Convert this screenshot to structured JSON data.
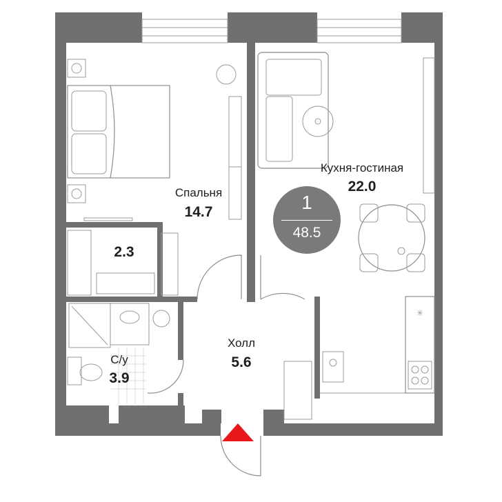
{
  "rooms": {
    "bedroom": {
      "name": "Спальня",
      "area": "14.7"
    },
    "closet": {
      "area": "2.3"
    },
    "living": {
      "name": "Кухня-гостиная",
      "area": "22.0"
    },
    "hall": {
      "name": "Холл",
      "area": "5.6"
    },
    "bath": {
      "name": "С/у",
      "area": "3.9"
    }
  },
  "badge": {
    "rooms": "1",
    "total_area": "48.5"
  },
  "colors": {
    "wall": "#707070",
    "badge": "#7a7a7a",
    "entrance_marker": "#e8171b"
  },
  "icons": {
    "entrance": "entrance-arrow-icon"
  }
}
